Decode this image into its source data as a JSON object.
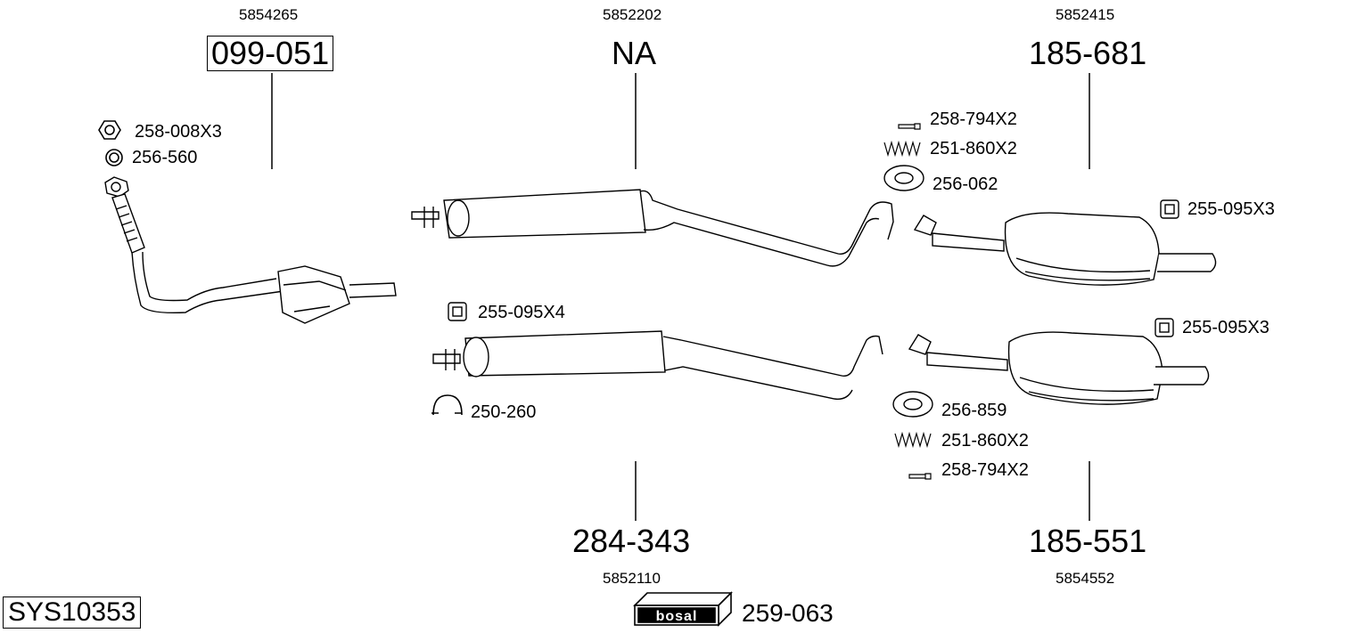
{
  "system_code": "SYS10353",
  "brand_logo_text": "bosal",
  "brand_part": "259-063",
  "parts": {
    "catalyst": {
      "oem": "5854265",
      "number": "099-051"
    },
    "front_pipe_upper": {
      "oem": "5852202",
      "number": "NA"
    },
    "rear_box_upper": {
      "oem": "5852415",
      "number": "185-681"
    },
    "center_pipe_lower": {
      "oem": "5852110",
      "number": "284-343"
    },
    "rear_box_lower": {
      "oem": "5854552",
      "number": "185-551"
    }
  },
  "accessories": {
    "nut_cat": "258-008X3",
    "ring_cat": "256-560",
    "bolt_upper": "258-794X2",
    "spring_upper": "251-860X2",
    "gasket_upper": "256-062",
    "hanger_upper_rear": "255-095X3",
    "hanger_lower_front": "255-095X4",
    "clamp_lower": "250-260",
    "gasket_lower": "256-859",
    "spring_lower": "251-860X2",
    "bolt_lower": "258-794X2",
    "hanger_lower_rear": "255-095X3"
  }
}
